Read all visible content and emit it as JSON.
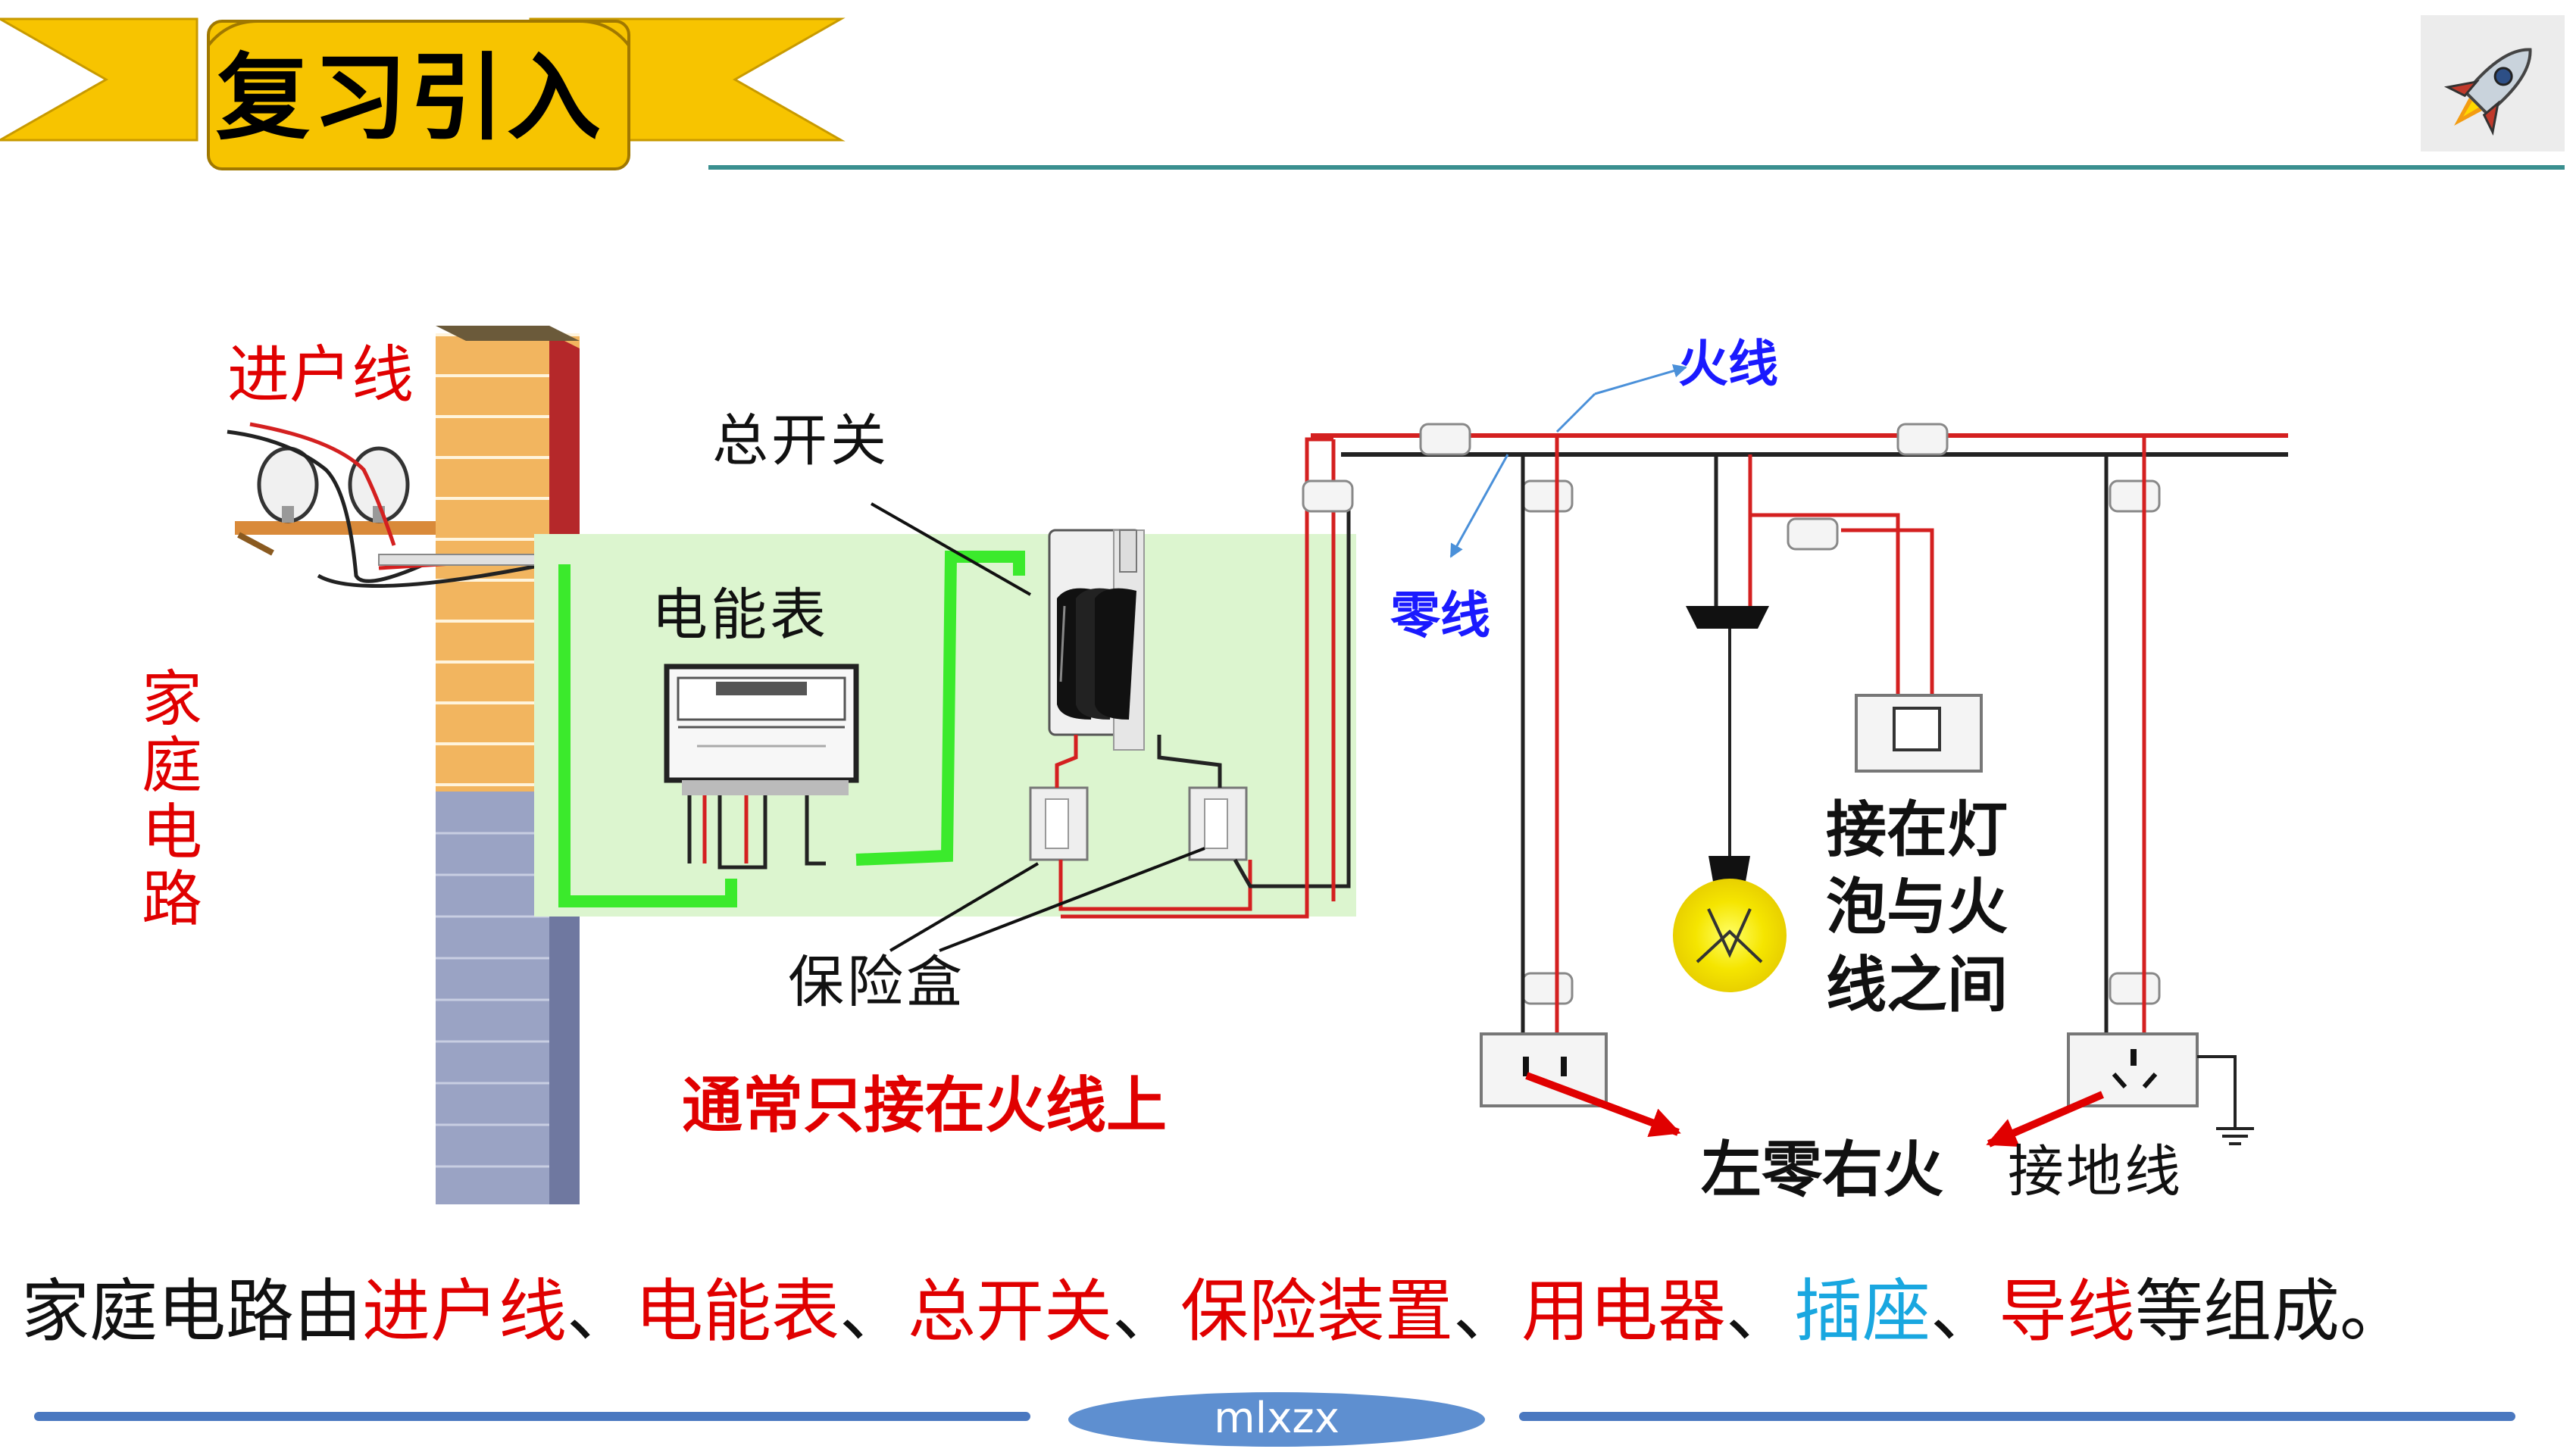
{
  "banner": {
    "title": "复习引入"
  },
  "labels": {
    "inlet": "进户线",
    "main_switch": "总开关",
    "meter": "电能表",
    "fuse_box": "保险盒",
    "live_wire": "火线",
    "neutral_wire": "零线",
    "lamp_note": [
      "接在灯",
      "泡与火",
      "线之间"
    ],
    "fuse_note": "通常只接在火线上",
    "socket_rule": "左零右火",
    "ground_wire": "接地线",
    "vertical_title": "家庭电路"
  },
  "caption": [
    {
      "text": "家庭电路由",
      "color": "black"
    },
    {
      "text": "进户线",
      "color": "red"
    },
    {
      "text": "、",
      "color": "black"
    },
    {
      "text": "电能表",
      "color": "red"
    },
    {
      "text": "、",
      "color": "black"
    },
    {
      "text": "总开关",
      "color": "red"
    },
    {
      "text": "、",
      "color": "black"
    },
    {
      "text": "保险装置",
      "color": "red"
    },
    {
      "text": "、",
      "color": "black"
    },
    {
      "text": "用电器",
      "color": "red"
    },
    {
      "text": "、",
      "color": "black"
    },
    {
      "text": "插座",
      "color": "cyan"
    },
    {
      "text": "、",
      "color": "black"
    },
    {
      "text": "导线",
      "color": "red"
    },
    {
      "text": "等组成。",
      "color": "black"
    }
  ],
  "footer": {
    "tag": "mlxzx"
  },
  "icons": {
    "corner": "rocket-icon"
  },
  "colors": {
    "accent_red": "#e00000",
    "accent_blue": "#1a1aff",
    "cyan": "#19a7e0",
    "banner_yellow": "#f7c400",
    "rule_teal": "#3a8f8f",
    "wire_green": "#3bea2c"
  }
}
